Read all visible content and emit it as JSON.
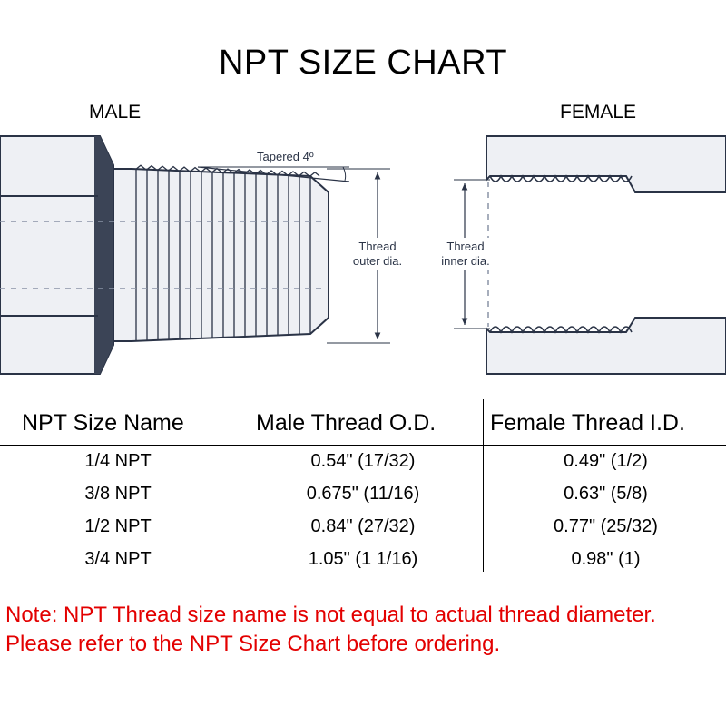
{
  "title": "NPT SIZE CHART",
  "labels": {
    "male": "MALE",
    "female": "FEMALE"
  },
  "diagram": {
    "taper_label": "Tapered 4º",
    "male_dim_line1": "Thread",
    "male_dim_line2": "outer dia.",
    "female_dim_line1": "Thread",
    "female_dim_line2": "inner dia."
  },
  "colors": {
    "metal_fill": "#eef0f4",
    "outline": "#2a3346",
    "hex_shadow": "#3b4456",
    "note_red": "#e30000"
  },
  "table": {
    "headers": [
      "NPT Size Name",
      "Male Thread O.D.",
      "Female Thread I.D."
    ],
    "rows": [
      [
        "1/4 NPT",
        "0.54\" (17/32)",
        "0.49\" (1/2)"
      ],
      [
        "3/8 NPT",
        "0.675\" (11/16)",
        "0.63\" (5/8)"
      ],
      [
        "1/2 NPT",
        "0.84\" (27/32)",
        "0.77\" (25/32)"
      ],
      [
        "3/4 NPT",
        "1.05\" (1 1/16)",
        "0.98\" (1)"
      ]
    ]
  },
  "note": "Note: NPT Thread size name is not equal to actual thread diameter. Please refer to the NPT Size Chart before ordering."
}
